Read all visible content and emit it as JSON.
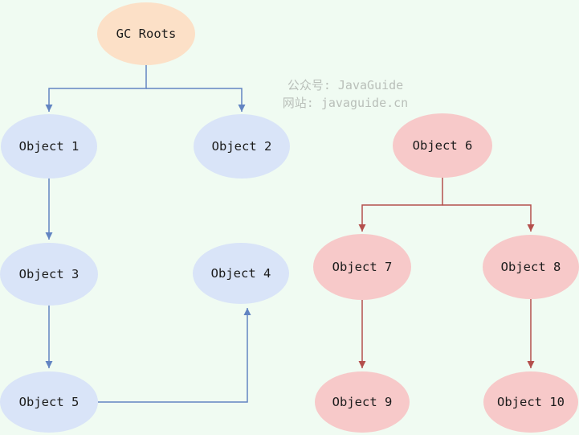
{
  "diagram": {
    "type": "object-reachability-graph",
    "nodes": [
      {
        "id": "gc-roots",
        "label": "GC Roots",
        "fill": "peach",
        "fill_hex": "#fce0c7"
      },
      {
        "id": "object-1",
        "label": "Object 1",
        "fill": "blue",
        "fill_hex": "#d9e4f8"
      },
      {
        "id": "object-2",
        "label": "Object 2",
        "fill": "blue",
        "fill_hex": "#d9e4f8"
      },
      {
        "id": "object-3",
        "label": "Object 3",
        "fill": "blue",
        "fill_hex": "#d9e4f8"
      },
      {
        "id": "object-4",
        "label": "Object 4",
        "fill": "blue",
        "fill_hex": "#d9e4f8"
      },
      {
        "id": "object-5",
        "label": "Object 5",
        "fill": "blue",
        "fill_hex": "#d9e4f8"
      },
      {
        "id": "object-6",
        "label": "Object 6",
        "fill": "pink",
        "fill_hex": "#f7c9c9"
      },
      {
        "id": "object-7",
        "label": "Object 7",
        "fill": "pink",
        "fill_hex": "#f7c9c9"
      },
      {
        "id": "object-8",
        "label": "Object 8",
        "fill": "pink",
        "fill_hex": "#f7c9c9"
      },
      {
        "id": "object-9",
        "label": "Object 9",
        "fill": "pink",
        "fill_hex": "#f7c9c9"
      },
      {
        "id": "object-10",
        "label": "Object 10",
        "fill": "pink",
        "fill_hex": "#f7c9c9"
      }
    ],
    "edges": [
      {
        "from": "GC Roots",
        "to": "Object 1",
        "color": "blue"
      },
      {
        "from": "GC Roots",
        "to": "Object 2",
        "color": "blue"
      },
      {
        "from": "Object 1",
        "to": "Object 3",
        "color": "blue"
      },
      {
        "from": "Object 3",
        "to": "Object 5",
        "color": "blue"
      },
      {
        "from": "Object 5",
        "to": "Object 4",
        "color": "blue"
      },
      {
        "from": "Object 6",
        "to": "Object 7",
        "color": "red"
      },
      {
        "from": "Object 6",
        "to": "Object 8",
        "color": "red"
      },
      {
        "from": "Object 7",
        "to": "Object 9",
        "color": "red"
      },
      {
        "from": "Object 8",
        "to": "Object 10",
        "color": "red"
      }
    ]
  },
  "watermark": {
    "line1": "公众号: JavaGuide",
    "line2": "网站: javaguide.cn"
  },
  "colors": {
    "background": "#f0fbf2",
    "root_fill": "#fce0c7",
    "reachable_fill": "#d9e4f8",
    "unreachable_fill": "#f7c9c9",
    "blue_edge": "#6284c2",
    "red_edge": "#b44f4c",
    "label_text": "#1c1c1c",
    "watermark_text": "#b9bfb9"
  }
}
